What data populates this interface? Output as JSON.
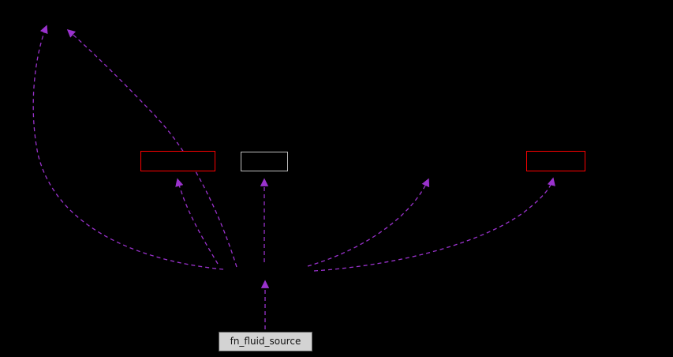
{
  "background_color": "#000000",
  "edge_color": "#9a32cd",
  "edge_style": "dashed",
  "diagram_type": "dependency-call-graph",
  "nodes": {
    "main": {
      "label": "fn_fluid_source",
      "fill": "#d3d3d3",
      "border_color": "#5a5a5a",
      "text_color": "#111111"
    },
    "red_left": {
      "label": "",
      "border_color": "#ff0000",
      "fill": "#000000"
    },
    "gray_center": {
      "label": "",
      "border_color": "#bfbfbf",
      "fill": "#000000"
    },
    "red_right": {
      "label": "",
      "border_color": "#ff0000",
      "fill": "#000000"
    }
  },
  "edges": [
    {
      "from": "fn_fluid_source",
      "to": "hub-node"
    },
    {
      "from": "hub-node",
      "to": "top-left-node",
      "route": "outer-left-sweep"
    },
    {
      "from": "hub-node",
      "to": "top-left-node",
      "route": "inner-diagonal"
    },
    {
      "from": "hub-node",
      "to": "red-left-node"
    },
    {
      "from": "hub-node",
      "to": "gray-center-node"
    },
    {
      "from": "hub-node",
      "to": "mid-right-node"
    },
    {
      "from": "hub-node",
      "to": "red-right-node"
    }
  ]
}
